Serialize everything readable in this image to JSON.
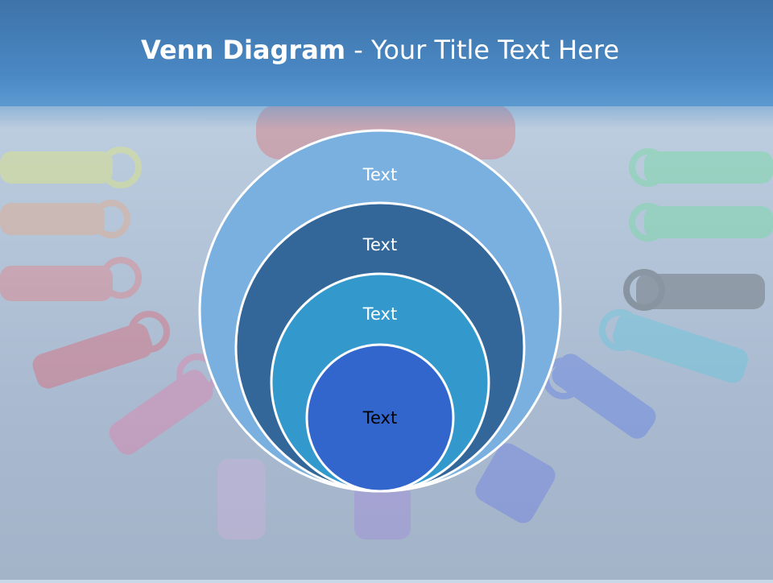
{
  "slide": {
    "title_bold": "Venn Diagram",
    "title_rest": " - Your Title Text Here"
  },
  "diagram": {
    "rings": [
      {
        "label": "Text",
        "color": "#7ab0df",
        "text_color": "#ffffff"
      },
      {
        "label": "Text",
        "color": "#336699",
        "text_color": "#ffffff"
      },
      {
        "label": "Text",
        "color": "#3399cc",
        "text_color": "#ffffff"
      },
      {
        "label": "Text",
        "color": "#3366cc",
        "text_color": "#000000"
      }
    ]
  },
  "colors": {
    "header": "#4a88c4",
    "ring_outline": "#ffffff"
  }
}
